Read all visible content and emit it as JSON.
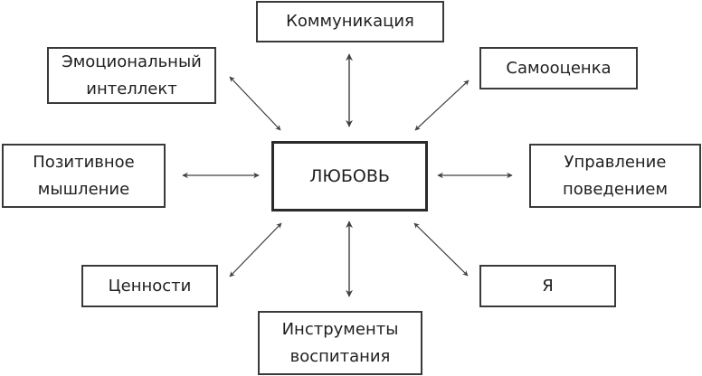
{
  "diagram": {
    "center": {
      "id": "love",
      "label": "ЛЮБОВЬ"
    },
    "nodes": [
      {
        "id": "communication",
        "lines": [
          "Коммуникация"
        ]
      },
      {
        "id": "emotional-intelligence",
        "lines": [
          "Эмоциональный",
          "интеллект"
        ]
      },
      {
        "id": "self-esteem",
        "lines": [
          "Самооценка"
        ]
      },
      {
        "id": "positive-thinking",
        "lines": [
          "Позитивное",
          "мышление"
        ]
      },
      {
        "id": "behavior-management",
        "lines": [
          "Управление",
          "поведением"
        ]
      },
      {
        "id": "values",
        "lines": [
          "Ценности"
        ]
      },
      {
        "id": "self",
        "lines": [
          "Я"
        ]
      },
      {
        "id": "upbringing-tools",
        "lines": [
          "Инструменты",
          "воспитания"
        ]
      }
    ],
    "edges": [
      {
        "from": "love",
        "to": "communication",
        "direction": "both"
      },
      {
        "from": "love",
        "to": "emotional-intelligence",
        "direction": "both"
      },
      {
        "from": "love",
        "to": "self-esteem",
        "direction": "both"
      },
      {
        "from": "love",
        "to": "positive-thinking",
        "direction": "both"
      },
      {
        "from": "love",
        "to": "behavior-management",
        "direction": "both"
      },
      {
        "from": "love",
        "to": "values",
        "direction": "both"
      },
      {
        "from": "love",
        "to": "self",
        "direction": "both"
      },
      {
        "from": "love",
        "to": "upbringing-tools",
        "direction": "both"
      }
    ],
    "colors": {
      "border": "#3a3a3a",
      "arrow": "#404040",
      "text": "#1f1f1f"
    }
  }
}
